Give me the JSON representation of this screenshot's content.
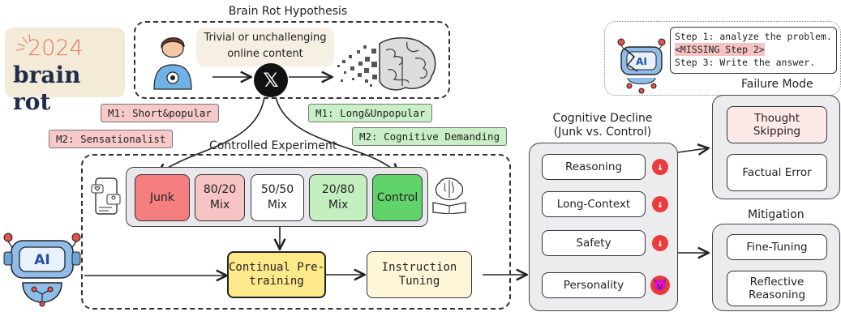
{
  "logo": {
    "year": "2024",
    "text": "brain rot"
  },
  "hypothesis": {
    "title": "Brain Rot Hypothesis",
    "caption_line1": "Trivial or unchallenging",
    "caption_line2": "online content",
    "x_glyph": "𝕏"
  },
  "tags": {
    "m1_short": "M1: Short&popular",
    "m2_sensationalist": "M2: Sensationalist",
    "m1_long": "M1: Long&Unpopular",
    "m2_cognitive": "M2: Cognitive Demanding"
  },
  "experiment": {
    "title": "Controlled Experiment",
    "mixes": [
      {
        "line1": "Junk",
        "line2": "",
        "color": "#f57f7f"
      },
      {
        "line1": "80/20",
        "line2": "Mix",
        "color": "#f8c3c3"
      },
      {
        "line1": "50/50",
        "line2": "Mix",
        "color": "#ffffff"
      },
      {
        "line1": "20/80",
        "line2": "Mix",
        "color": "#c4efbf"
      },
      {
        "line1": "Control",
        "line2": "",
        "color": "#61d36b"
      }
    ],
    "continual_line1": "Continual Pre-",
    "continual_line2": "training",
    "instruction_line1": "Instruction",
    "instruction_line2": "Tuning"
  },
  "decline": {
    "title_line1": "Cognitive Decline",
    "title_line2": "(Junk vs. Control)",
    "items": [
      {
        "label": "Reasoning",
        "badge": "↓"
      },
      {
        "label": "Long-Context",
        "badge": "↓"
      },
      {
        "label": "Safety",
        "badge": "↓"
      },
      {
        "label": "Personality",
        "badge": "😈"
      }
    ]
  },
  "failure": {
    "title": "Failure Mode",
    "thought_line1": "Thought",
    "thought_line2": "Skipping",
    "factual": "Factual Error"
  },
  "mitigation": {
    "title": "Mitigation",
    "finetune": "Fine-Tuning",
    "reflective_line1": "Reflective",
    "reflective_line2": "Reasoning"
  },
  "steps": {
    "step1": "Step 1: analyze the problem.",
    "step2": "<MISSING Step 2>",
    "step3": "Step 3: Write the answer."
  },
  "robot_label": "AI",
  "colors": {
    "pink": "#f8c9c9",
    "green": "#c9efc7",
    "yellow": "#fde98a",
    "cream": "#fff6d9",
    "panel": "#ececef",
    "red": "#ea3c3c"
  }
}
